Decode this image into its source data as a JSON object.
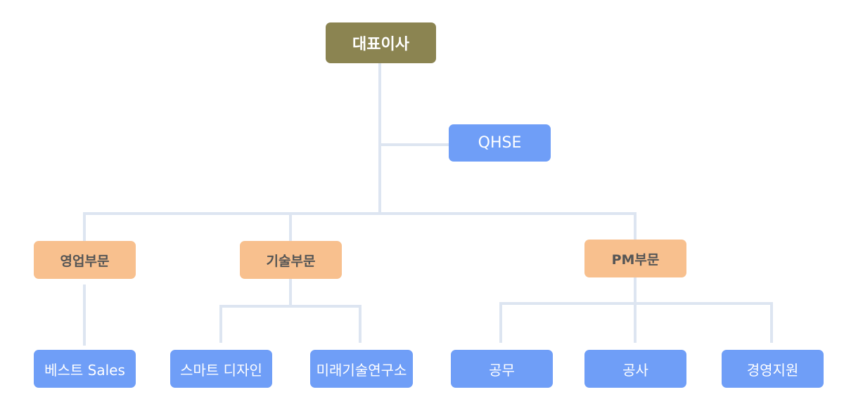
{
  "org": {
    "ceo": "대표이사",
    "staff": "QHSE",
    "divisions": {
      "sales": {
        "label": "영업부문",
        "teams": [
          "베스트 Sales"
        ]
      },
      "tech": {
        "label": "기술부문",
        "teams": [
          "스마트 디자인",
          "미래기술연구소"
        ]
      },
      "pm": {
        "label": "PM부문",
        "teams": [
          "공무",
          "공사",
          "경영지원"
        ]
      }
    }
  },
  "colors": {
    "ceo_fill": "#8b8451",
    "staff_fill": "#6f9ef7",
    "division_fill": "#f8c08e",
    "team_fill": "#6f9ef7",
    "connector": "#dde5f1"
  }
}
